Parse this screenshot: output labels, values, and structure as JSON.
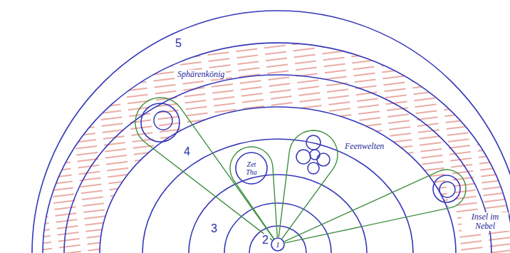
{
  "diagram": {
    "nodes": [
      {
        "text": [
          "Sphärenkönig"
        ]
      },
      {
        "text": [
          "Zet Tha"
        ]
      },
      {
        "text": [
          "Feenwelten"
        ]
      },
      {
        "text": [
          "Insel im Nebel"
        ]
      },
      {
        "text": [
          "1"
        ]
      }
    ],
    "edges": [
      {
        "from": 4,
        "to": 0,
        "arrow": "none"
      },
      {
        "from": 4,
        "to": 1,
        "arrow": "none"
      },
      {
        "from": 4,
        "to": 2,
        "arrow": "none"
      },
      {
        "from": 4,
        "to": 3,
        "arrow": "none"
      }
    ],
    "labels": [
      "5",
      "4",
      "3",
      "2"
    ]
  }
}
